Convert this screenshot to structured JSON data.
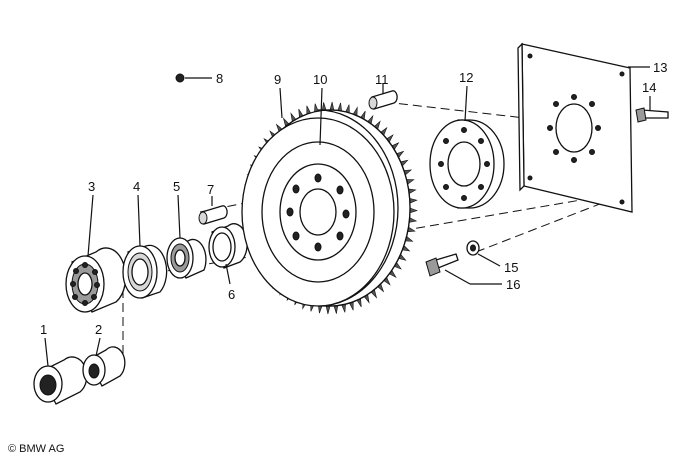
{
  "copyright": "© BMW AG",
  "callouts": [
    {
      "id": "c1",
      "text": "1"
    },
    {
      "id": "c2",
      "text": "2"
    },
    {
      "id": "c3",
      "text": "3"
    },
    {
      "id": "c4",
      "text": "4"
    },
    {
      "id": "c5",
      "text": "5"
    },
    {
      "id": "c6",
      "text": "6"
    },
    {
      "id": "c7",
      "text": "7"
    },
    {
      "id": "c8",
      "text": "8"
    },
    {
      "id": "c9",
      "text": "9"
    },
    {
      "id": "c10",
      "text": "10"
    },
    {
      "id": "c11",
      "text": "11"
    },
    {
      "id": "c12",
      "text": "12"
    },
    {
      "id": "c13",
      "text": "13"
    },
    {
      "id": "c14",
      "text": "14"
    },
    {
      "id": "c15",
      "text": "15"
    },
    {
      "id": "c16",
      "text": "16"
    }
  ]
}
